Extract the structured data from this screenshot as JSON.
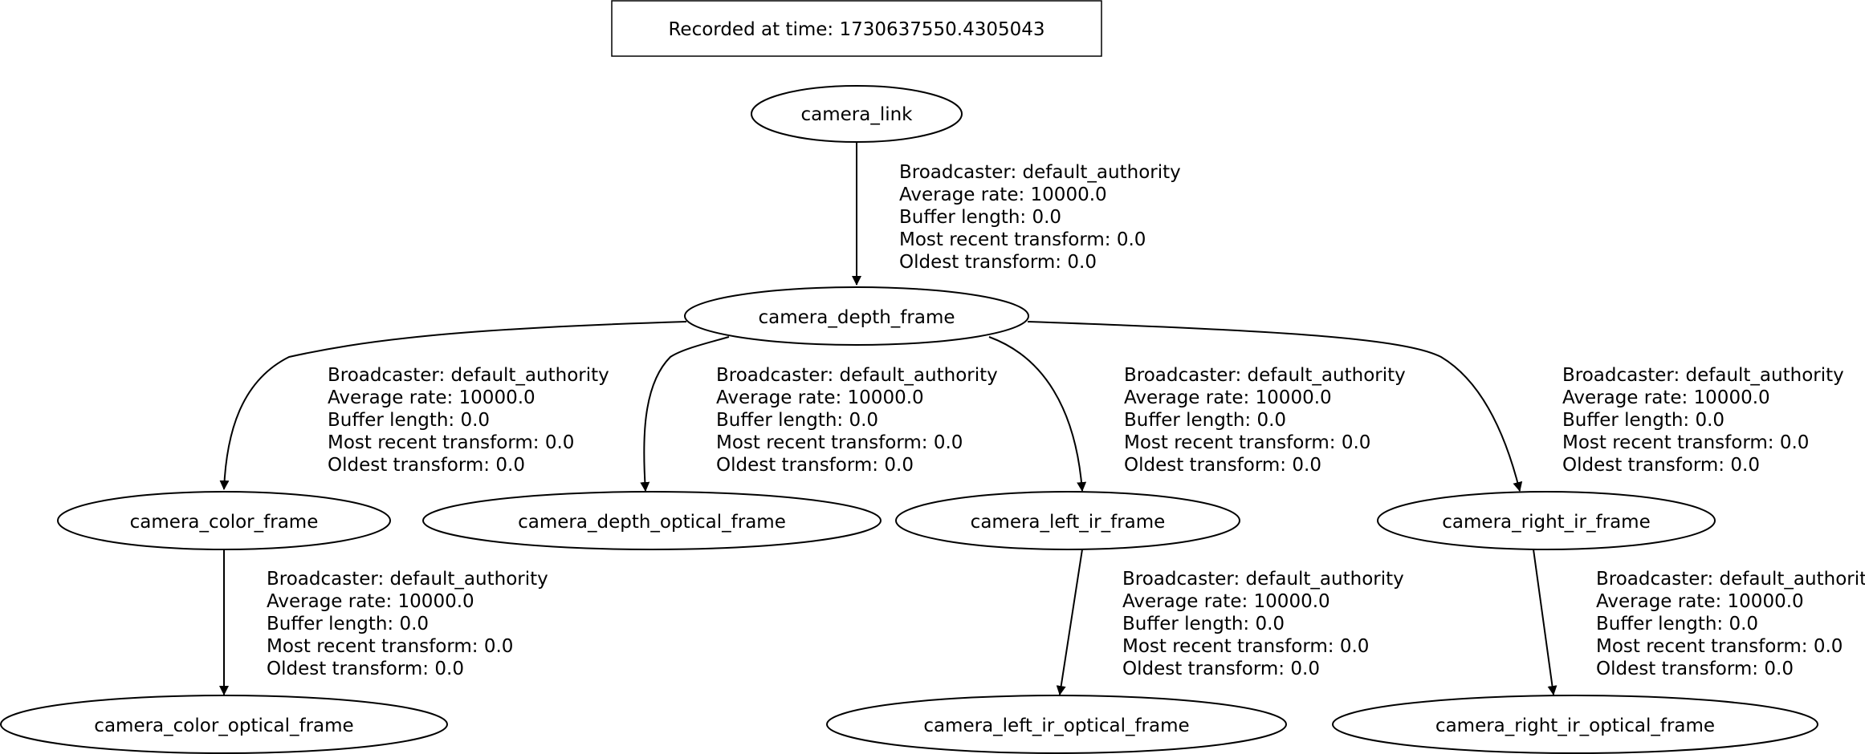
{
  "header": {
    "text": "Recorded at time: 1730637550.4305043"
  },
  "nodes": {
    "camera_link": "camera_link",
    "camera_depth_frame": "camera_depth_frame",
    "camera_color_frame": "camera_color_frame",
    "camera_depth_optical_frame": "camera_depth_optical_frame",
    "camera_left_ir_frame": "camera_left_ir_frame",
    "camera_right_ir_frame": "camera_right_ir_frame",
    "camera_color_optical_frame": "camera_color_optical_frame",
    "camera_left_ir_optical_frame": "camera_left_ir_optical_frame",
    "camera_right_ir_optical_frame": "camera_right_ir_optical_frame"
  },
  "edges": [
    {
      "from": "camera_link",
      "to": "camera_depth_frame",
      "lines": [
        "Broadcaster: default_authority",
        "Average rate: 10000.0",
        "Buffer length: 0.0",
        "Most recent transform: 0.0",
        "Oldest transform: 0.0"
      ]
    },
    {
      "from": "camera_depth_frame",
      "to": "camera_color_frame",
      "lines": [
        "Broadcaster: default_authority",
        "Average rate: 10000.0",
        "Buffer length: 0.0",
        "Most recent transform: 0.0",
        "Oldest transform: 0.0"
      ]
    },
    {
      "from": "camera_depth_frame",
      "to": "camera_depth_optical_frame",
      "lines": [
        "Broadcaster: default_authority",
        "Average rate: 10000.0",
        "Buffer length: 0.0",
        "Most recent transform: 0.0",
        "Oldest transform: 0.0"
      ]
    },
    {
      "from": "camera_depth_frame",
      "to": "camera_left_ir_frame",
      "lines": [
        "Broadcaster: default_authority",
        "Average rate: 10000.0",
        "Buffer length: 0.0",
        "Most recent transform: 0.0",
        "Oldest transform: 0.0"
      ]
    },
    {
      "from": "camera_depth_frame",
      "to": "camera_right_ir_frame",
      "lines": [
        "Broadcaster: default_authority",
        "Average rate: 10000.0",
        "Buffer length: 0.0",
        "Most recent transform: 0.0",
        "Oldest transform: 0.0"
      ]
    },
    {
      "from": "camera_color_frame",
      "to": "camera_color_optical_frame",
      "lines": [
        "Broadcaster: default_authority",
        "Average rate: 10000.0",
        "Buffer length: 0.0",
        "Most recent transform: 0.0",
        "Oldest transform: 0.0"
      ]
    },
    {
      "from": "camera_left_ir_frame",
      "to": "camera_left_ir_optical_frame",
      "lines": [
        "Broadcaster: default_authority",
        "Average rate: 10000.0",
        "Buffer length: 0.0",
        "Most recent transform: 0.0",
        "Oldest transform: 0.0"
      ]
    },
    {
      "from": "camera_right_ir_frame",
      "to": "camera_right_ir_optical_frame",
      "lines": [
        "Broadcaster: default_authority",
        "Average rate: 10000.0",
        "Buffer length: 0.0",
        "Most recent transform: 0.0",
        "Oldest transform: 0.0"
      ]
    }
  ]
}
